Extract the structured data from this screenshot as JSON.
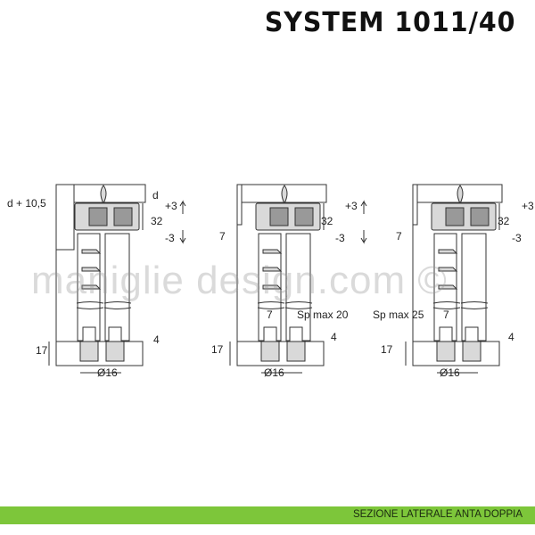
{
  "title": "SYSTEM 1011/40",
  "watermark": "maniglie design.com ©",
  "footer": "SEZIONE LATERALE ANTA DOPPIA",
  "colors": {
    "accent": "#7dc63a",
    "line": "#333333",
    "fill": "#d9d9d9"
  },
  "sections": [
    {
      "d_offset": "d + 10,5",
      "d": "d",
      "plus": "+3",
      "height": "32",
      "minus": "-3",
      "gap": "4",
      "floor": "17",
      "diameter": "Ø16"
    },
    {
      "side": "7",
      "plus": "+3",
      "height": "32",
      "minus": "-3",
      "spacing": "7",
      "sp": "Sp max 20",
      "gap": "4",
      "floor": "17",
      "diameter": "Ø16"
    },
    {
      "side": "7",
      "plus": "+3",
      "height": "32",
      "minus": "-3",
      "spacing": "7",
      "sp": "Sp max 25",
      "gap": "4",
      "floor": "17",
      "diameter": "Ø16"
    }
  ]
}
